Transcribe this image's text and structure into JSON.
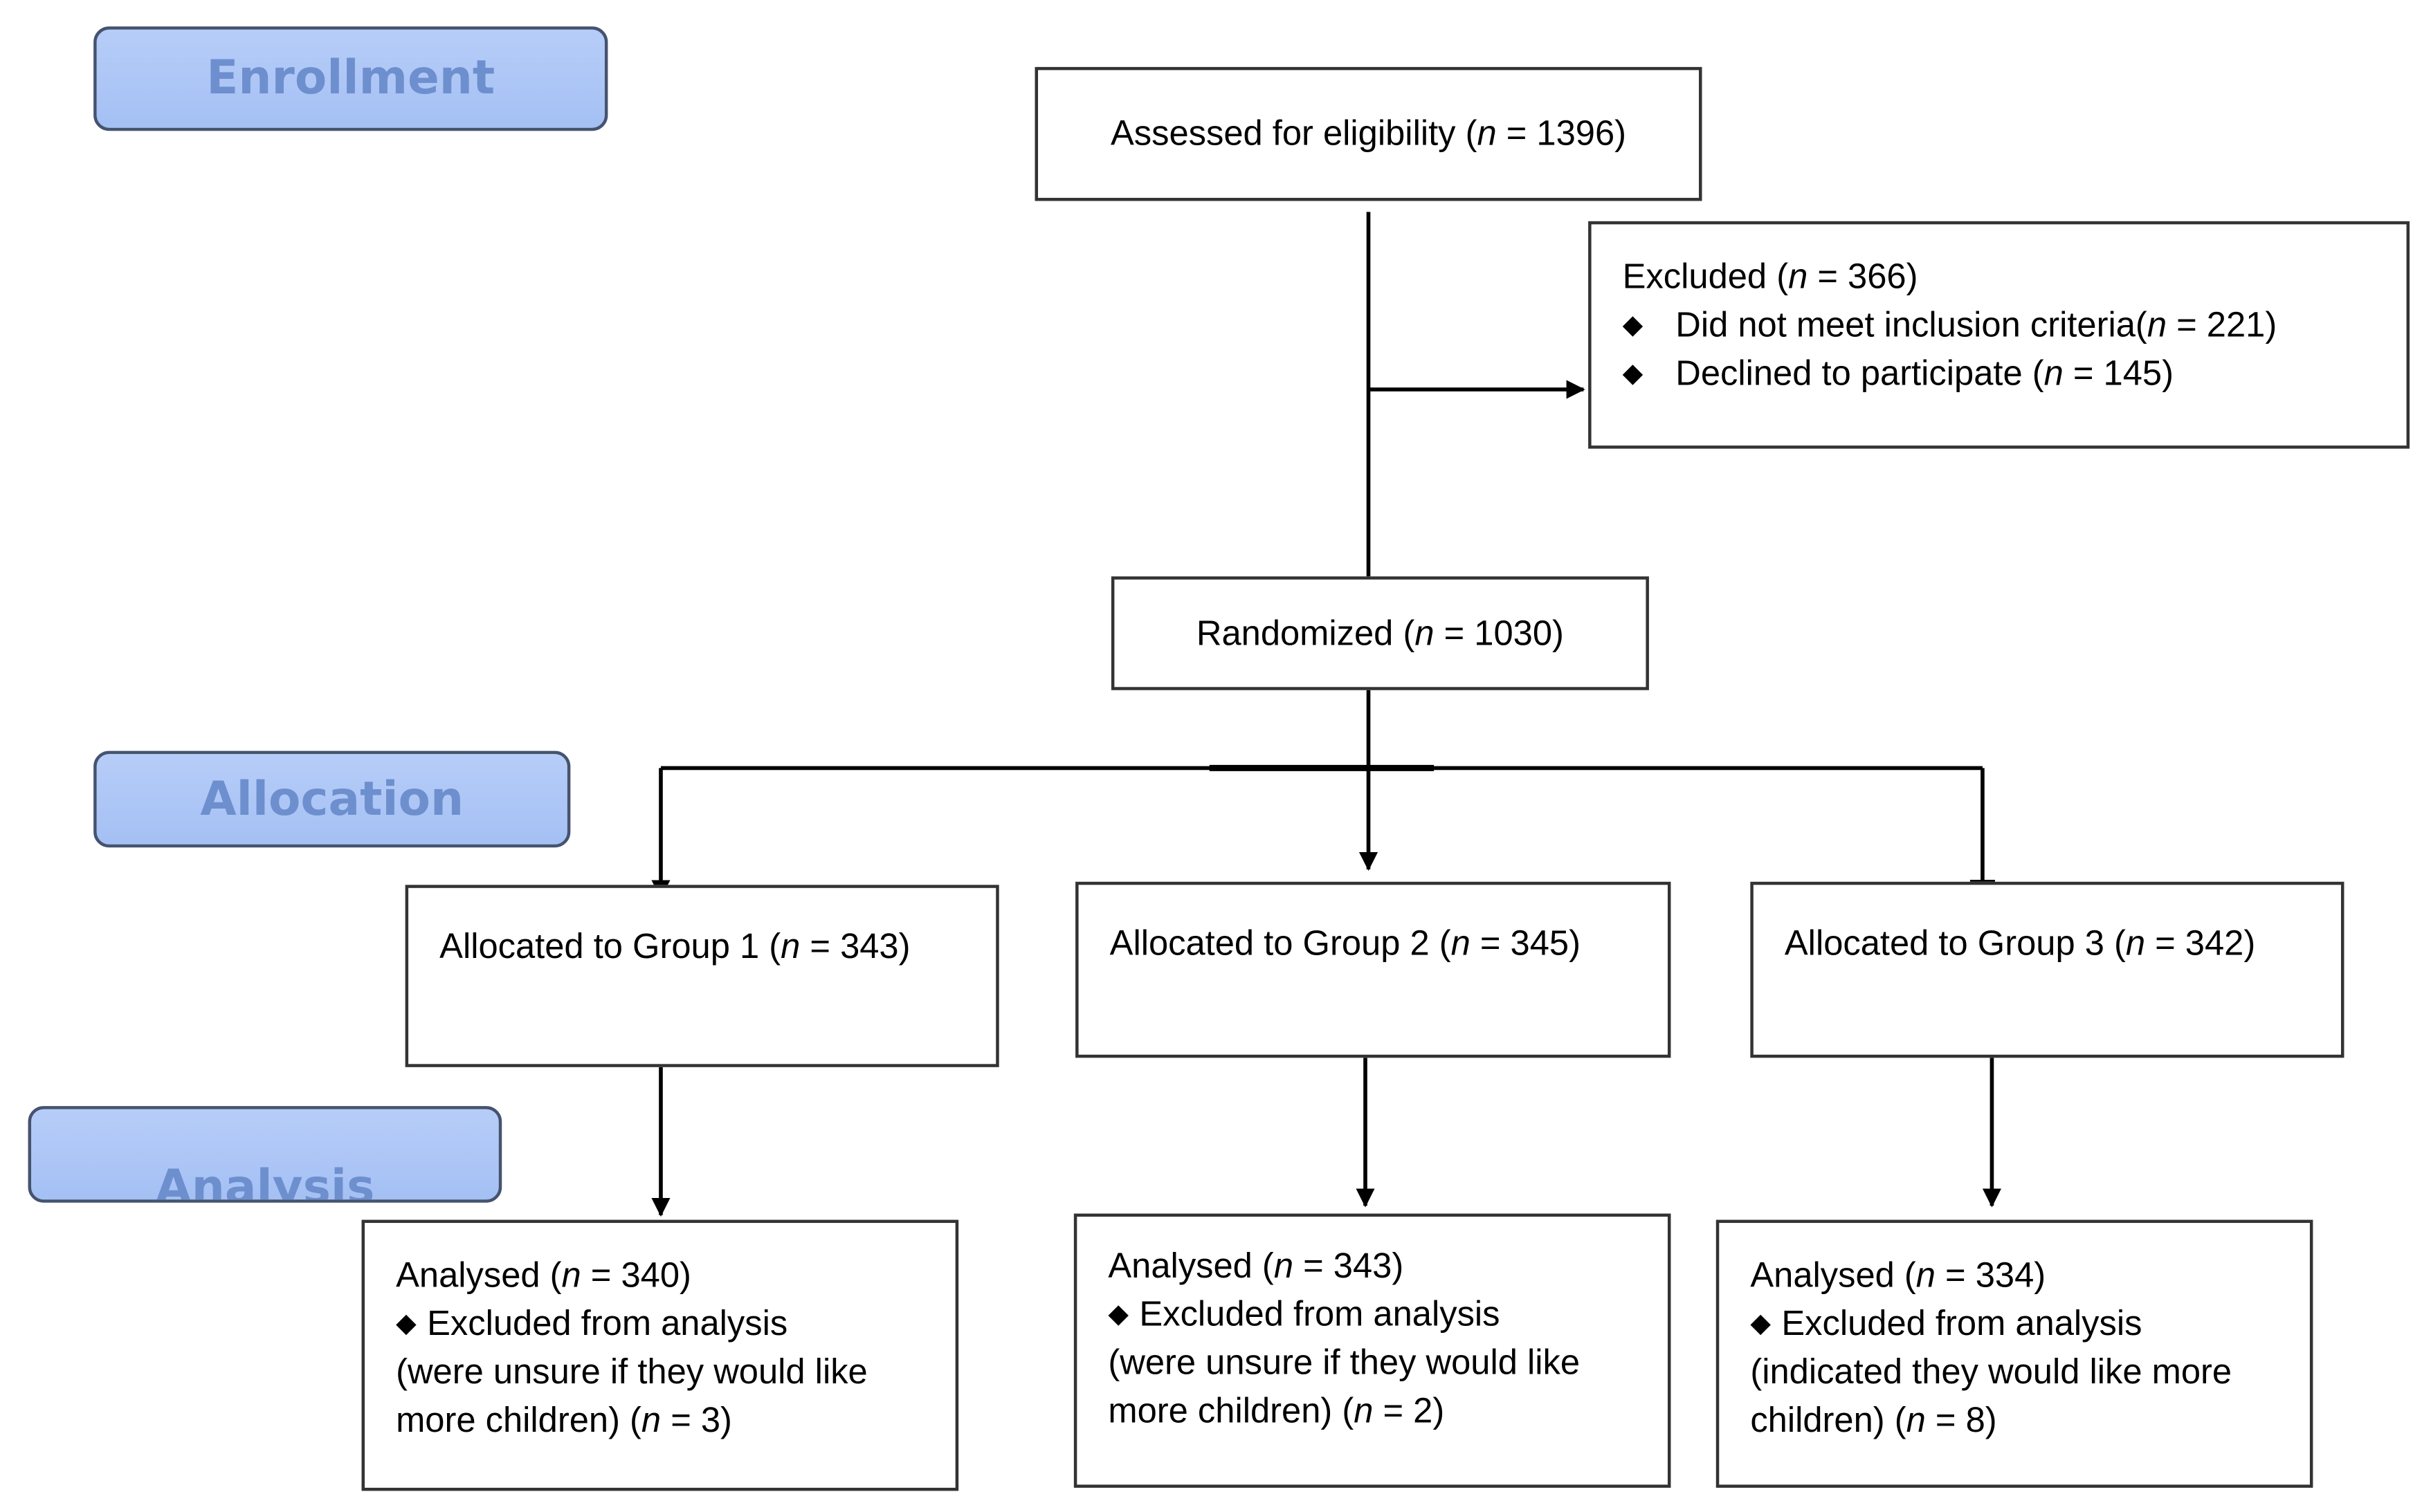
{
  "stages": {
    "enrollment": "Enrollment",
    "allocation": "Allocation",
    "analysis": "Analysis"
  },
  "assessed": {
    "label": "Assessed for eligibility (",
    "var": "n",
    "value": " = 1396)"
  },
  "excluded": {
    "label": "Excluded (",
    "var": "n",
    "value": " = 366)",
    "items": [
      {
        "label": "Did not meet inclusion criteria(",
        "var": "n",
        "value": " = 221)"
      },
      {
        "label": "Declined to participate (",
        "var": "n",
        "value": " = 145)"
      }
    ]
  },
  "randomized": {
    "label": "Randomized (",
    "var": "n",
    "value": " =  1030)"
  },
  "groups": [
    {
      "allocated": {
        "label": "Allocated to Group 1 (",
        "var": "n",
        "value": " =  343)"
      },
      "analysed": {
        "label": "Analysed (",
        "var": "n",
        "value": " = 340)"
      },
      "excluded_label": "Excluded from analysis",
      "excluded_reason": "(were unsure if they would like more children) (",
      "excluded_var": "n",
      "excluded_value": " = 3)"
    },
    {
      "allocated": {
        "label": "Allocated to Group 2 (",
        "var": "n",
        "value": " = 345)"
      },
      "analysed": {
        "label": "Analysed (",
        "var": "n",
        "value": " = 343)"
      },
      "excluded_label": "Excluded from analysis",
      "excluded_reason": "(were unsure if they would like more children) (",
      "excluded_var": "n",
      "excluded_value": " = 2)"
    },
    {
      "allocated": {
        "label": "Allocated to Group 3 (",
        "var": "n",
        "value": " = 342)"
      },
      "analysed": {
        "label": "Analysed (",
        "var": "n",
        "value": " = 334)"
      },
      "excluded_label": "Excluded from analysis",
      "excluded_reason": "(indicated they would like more children) (",
      "excluded_var": "n",
      "excluded_value": " = 8)"
    }
  ],
  "bullet_icon": "diamond-bullet-icon",
  "colors": {
    "stage_fill": "#a4c0f4",
    "stage_text": "#6e8fce",
    "stage_border": "#45536f",
    "line": "#000000"
  }
}
